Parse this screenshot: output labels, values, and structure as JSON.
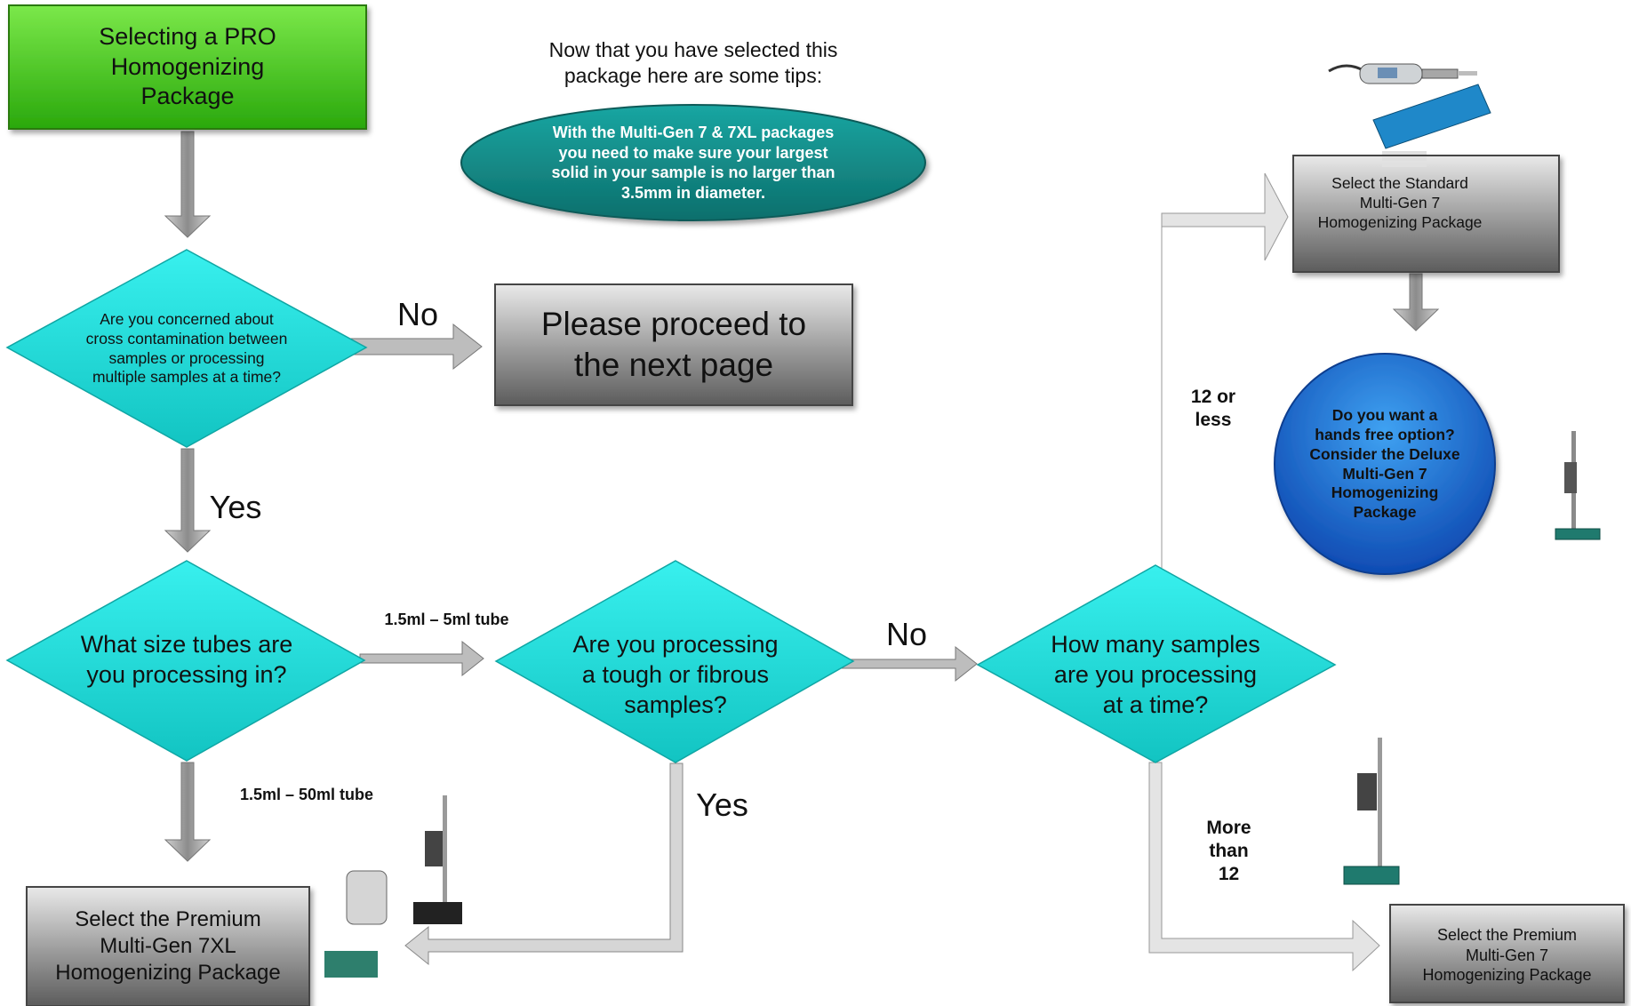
{
  "start_box": {
    "label": "Selecting a PRO\nHomogenizing\nPackage"
  },
  "tips": {
    "heading": "Now that you have selected this\npackage here are some tips:",
    "bubble": "With the Multi-Gen 7 & 7XL packages\nyou need to make sure your largest\nsolid in your sample is no larger than\n3.5mm in diameter."
  },
  "q_contamination": {
    "text": "Are you concerned about\ncross contamination between\nsamples or processing\nmultiple samples at a time?"
  },
  "proceed_box": {
    "label": "Please proceed to\nthe next page"
  },
  "q_tube_size": {
    "text": "What size tubes are\nyou processing in?"
  },
  "q_tough": {
    "text": "Are you processing\na tough or fibrous\nsamples?"
  },
  "q_count": {
    "text": "How many samples\nare you processing\nat a time?"
  },
  "result_standard": {
    "label": "Select the Standard\nMulti-Gen 7\nHomogenizing Package"
  },
  "deluxe_bubble": {
    "text": "Do you want a\nhands free option?\nConsider the Deluxe\nMulti-Gen 7\nHomogenizing\nPackage"
  },
  "result_premium_xl": {
    "label": "Select the Premium\nMulti-Gen 7XL\nHomogenizing Package"
  },
  "result_premium": {
    "label": "Select the Premium\nMulti-Gen 7\nHomogenizing Package"
  },
  "edge_labels": {
    "no_1": "No",
    "yes_1": "Yes",
    "small_tube": "1.5ml – 5ml tube",
    "large_tube": "1.5ml – 50ml tube",
    "no_2": "No",
    "yes_2": "Yes",
    "twelve_or_less": "12 or\nless",
    "more_than_12": "More\nthan\n12"
  },
  "colors": {
    "start_fill": "#3fbf12",
    "decision_fill": "#17d6d4",
    "box_fill": "#8a8a8a",
    "tips_fill": "#128a86",
    "deluxe_fill": "#1f6fd8",
    "arrow": "#999999"
  },
  "icons": [
    "homogenizer-handheld-icon",
    "generator-probes-icon",
    "stand-icon"
  ]
}
